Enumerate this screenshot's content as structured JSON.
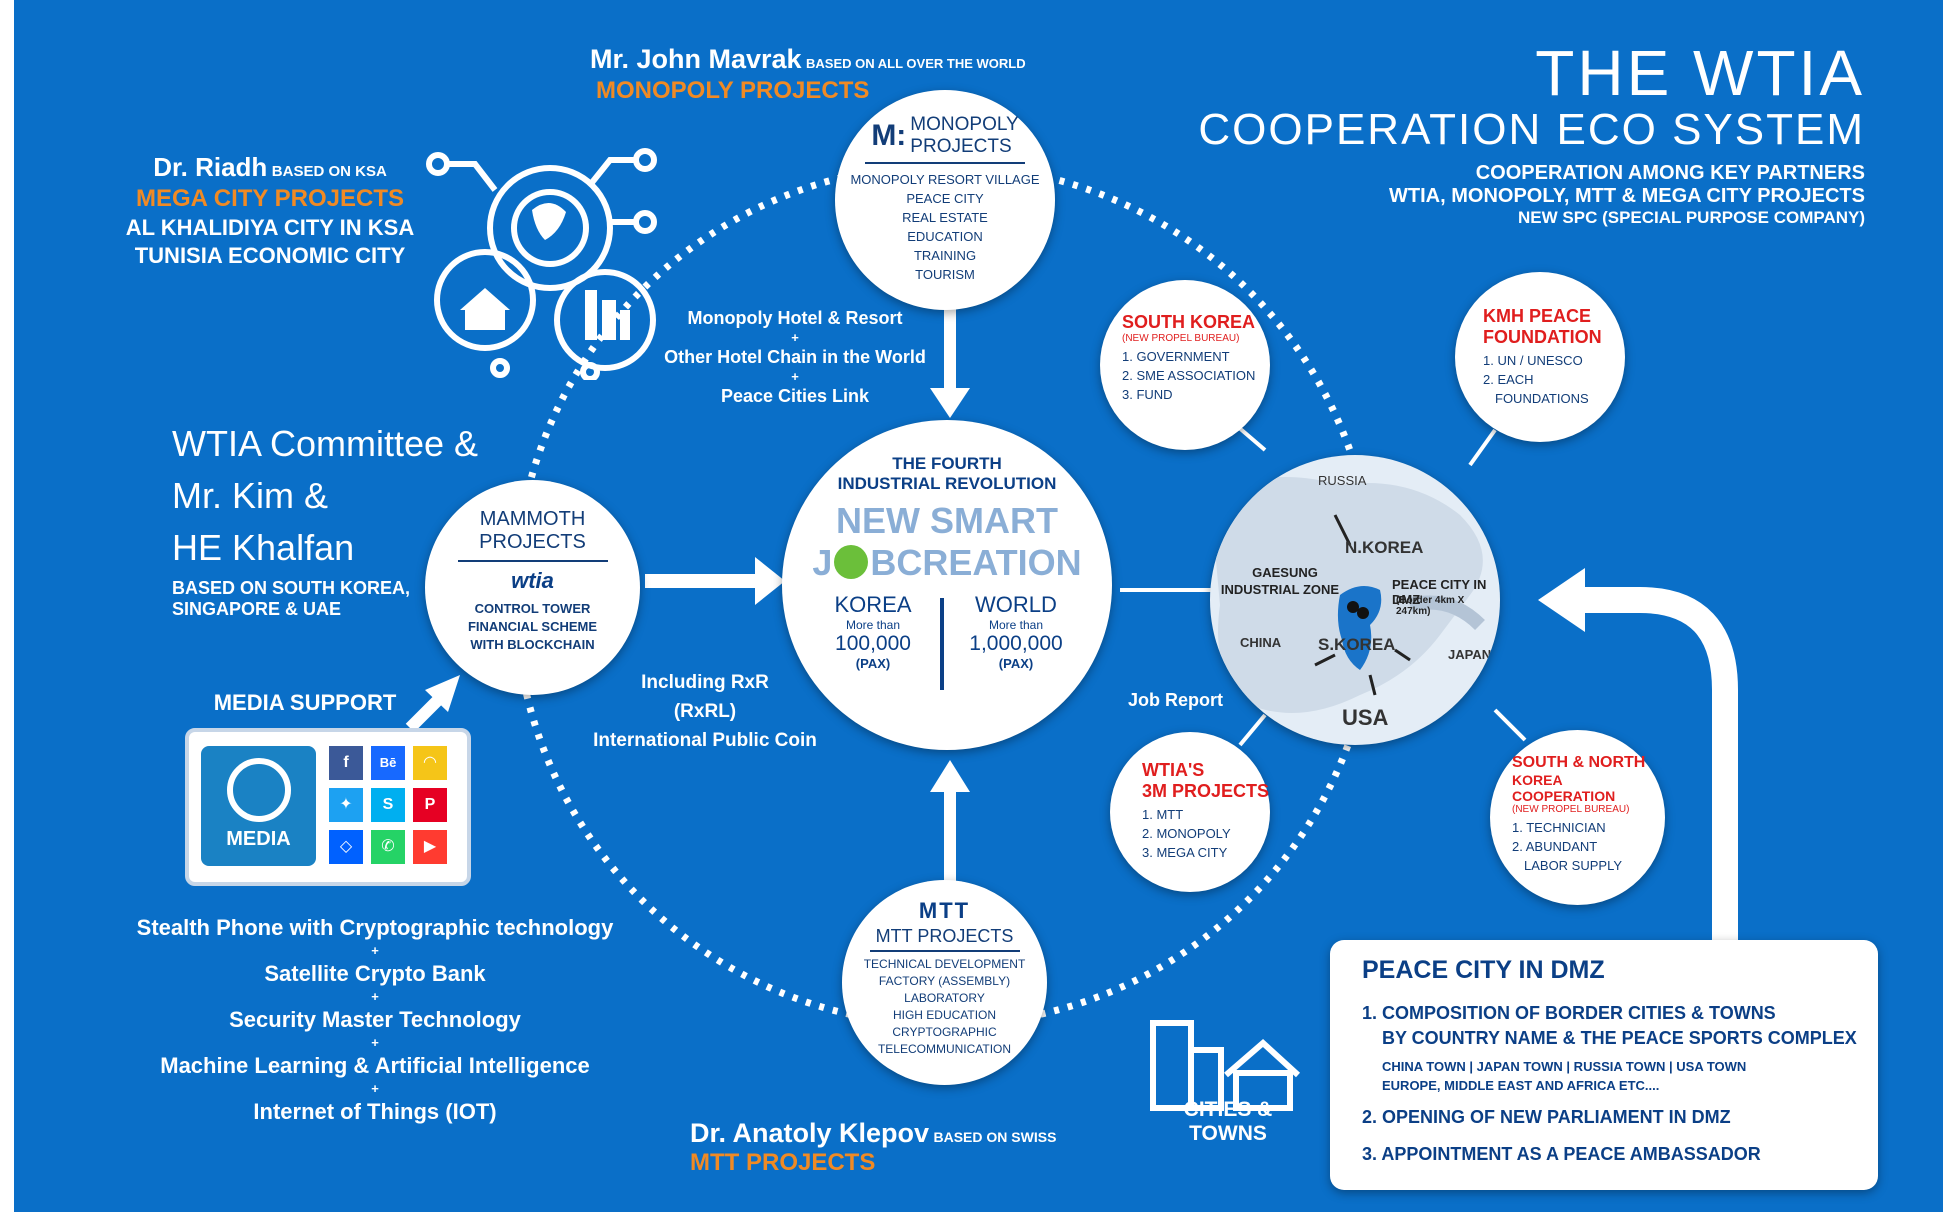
{
  "title": {
    "line1": "THE WTIA",
    "line2": "COOPERATION ECO SYSTEM",
    "sub1": "COOPERATION AMONG KEY PARTNERS",
    "sub2": "WTIA, MONOPOLY, MTT & MEGA CITY PROJECTS",
    "sub3": "NEW SPC (SPECIAL PURPOSE COMPANY)"
  },
  "mavrak": {
    "name": "Mr. John Mavrak",
    "based": "BASED ON ALL OVER THE WORLD",
    "project": "MONOPOLY PROJECTS"
  },
  "riadh": {
    "name": "Dr. Riadh",
    "based": "BASED ON KSA",
    "project": "MEGA CITY PROJECTS",
    "line1": "AL KHALIDIYA CITY IN KSA",
    "line2": "TUNISIA ECONOMIC CITY"
  },
  "committee": {
    "line1": "WTIA Committee &",
    "line2": "Mr. Kim &",
    "line3": "HE Khalfan",
    "based1": "BASED ON SOUTH KOREA,",
    "based2": "SINGAPORE & UAE"
  },
  "klepov": {
    "name": "Dr. Anatoly Klepov",
    "based": "BASED ON SWISS",
    "project": "MTT PROJECTS"
  },
  "monopoly_circle": {
    "logo": "M:",
    "title1": "MONOPOLY",
    "title2": "PROJECTS",
    "items": [
      "MONOPOLY RESORT VILLAGE",
      "PEACE CITY",
      "REAL ESTATE",
      "EDUCATION",
      "TRAINING",
      "TOURISM"
    ]
  },
  "mammoth_circle": {
    "title1": "MAMMOTH",
    "title2": "PROJECTS",
    "logo": "wtia",
    "items": [
      "CONTROL TOWER",
      "FINANCIAL SCHEME",
      "WITH BLOCKCHAIN"
    ]
  },
  "mtt_circle": {
    "logo": "MTT",
    "title": "MTT PROJECTS",
    "items": [
      "TECHNICAL  DEVELOPMENT",
      "FACTORY (ASSEMBLY)",
      "LABORATORY",
      "HIGH EDUCATION",
      "CRYPTOGRAPHIC",
      "TELECOMMUNICATION"
    ]
  },
  "center": {
    "head1": "THE FOURTH",
    "head2": "INDUSTRIAL REVOLUTION",
    "big1": "NEW SMART",
    "big2_a": "J",
    "big2_b": "B",
    "big2_c": "CREATION",
    "korea": {
      "label": "KOREA",
      "more": "More than",
      "value": "100,000",
      "unit": "(PAX)"
    },
    "world": {
      "label": "WORLD",
      "more": "More than",
      "value": "1,000,000",
      "unit": "(PAX)"
    }
  },
  "hotel": {
    "line1": "Monopoly Hotel & Resort",
    "plus1": "+",
    "line2": "Other Hotel Chain in the World",
    "plus2": "+",
    "line3": "Peace Cities Link"
  },
  "coin": {
    "line1": "Including RxR",
    "line2": "(RxRL)",
    "line3": "International Public Coin"
  },
  "media": {
    "heading": "MEDIA SUPPORT",
    "label": "MEDIA"
  },
  "tech": [
    "Stealth Phone with Cryptographic technology",
    "+",
    "Satellite Crypto Bank",
    "+",
    "Security Master Technology",
    "+",
    "Machine Learning & Artificial Intelligence",
    "+",
    "Internet of Things (IOT)"
  ],
  "south_korea": {
    "title": "SOUTH KOREA",
    "sub": "(NEW PROPEL BUREAU)",
    "items": [
      "1. GOVERNMENT",
      "2. SME ASSOCIATION",
      "3. FUND"
    ]
  },
  "kmh": {
    "title1": "KMH PEACE",
    "title2": "FOUNDATION",
    "items": [
      "1. UN / UNESCO",
      "2. EACH",
      "FOUNDATIONS"
    ]
  },
  "wtia3m": {
    "title1": "WTIA'S",
    "title2": "3M PROJECTS",
    "items": [
      "1. MTT",
      "2. MONOPOLY",
      "3. MEGA CITY"
    ]
  },
  "sn_korea": {
    "title1": "SOUTH & NORTH",
    "title2": "KOREA COOPERATION",
    "sub": "(NEW PROPEL BUREAU)",
    "items": [
      "1. TECHNICIAN",
      "2. ABUNDANT",
      "LABOR SUPPLY"
    ]
  },
  "map": {
    "russia": "RUSSIA",
    "nkorea": "N.KOREA",
    "gaesung1": "GAESUNG",
    "gaesung2": "INDUSTRIAL ZONE",
    "peace1": "PEACE CITY IN DMZ",
    "peace2": "(Border 4km X 247km)",
    "china": "CHINA",
    "skorea": "S.KOREA",
    "japan": "JAPAN",
    "usa": "USA"
  },
  "job_report": "Job Report",
  "cities": {
    "line1": "CITIES &",
    "line2": "TOWNS"
  },
  "peace_box": {
    "title": "PEACE CITY IN DMZ",
    "item1a": "1. COMPOSITION OF BORDER CITIES & TOWNS",
    "item1b": "BY COUNTRY NAME & THE PEACE SPORTS COMPLEX",
    "item1c": "CHINA TOWN | JAPAN TOWN |  RUSSIA TOWN | USA TOWN",
    "item1d": "EUROPE, MIDDLE EAST AND AFRICA ETC....",
    "item2": "2. OPENING OF NEW PARLIAMENT IN DMZ",
    "item3": "3. APPOINTMENT AS A PEACE AMBASSADOR"
  },
  "colors": {
    "background": "#0a6fc8",
    "orange": "#f08a24",
    "red": "#e01e1e",
    "navy": "#0b3f86"
  }
}
